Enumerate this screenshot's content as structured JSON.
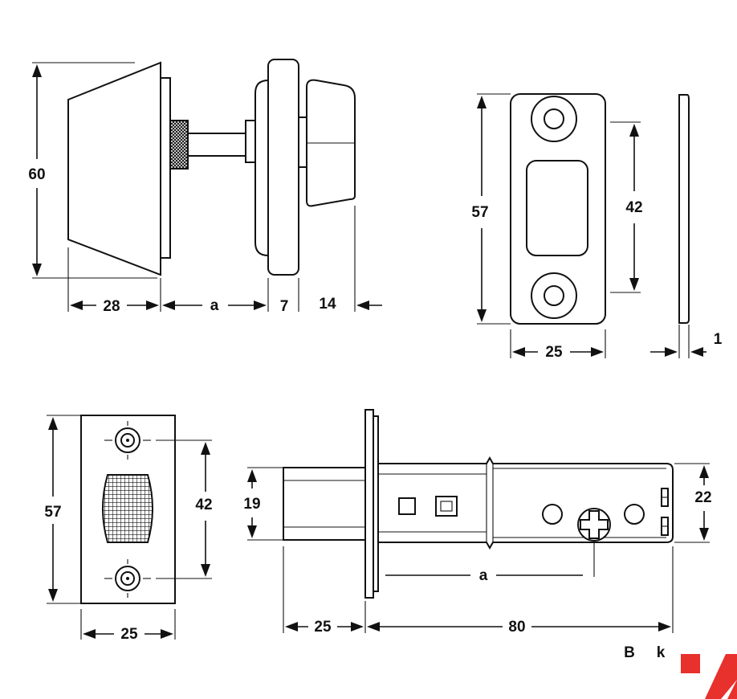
{
  "colors": {
    "line": "#111111",
    "brand": "#e8302c",
    "background": "#ffffff"
  },
  "knob_view": {
    "height": "60",
    "base_width": "28",
    "spindle": "a",
    "rose": "7",
    "knob": "14"
  },
  "strike_view": {
    "height": "57",
    "hole_spacing": "42",
    "width": "25",
    "thickness": "1"
  },
  "faceplate_view": {
    "height": "57",
    "hole_spacing": "42",
    "width": "25"
  },
  "latch_view": {
    "bolt_height": "19",
    "body_height": "22",
    "spindle": "a",
    "bolt_projection": "25",
    "backset": "80"
  },
  "footer": {
    "label_left": "B",
    "label_right": "k"
  }
}
